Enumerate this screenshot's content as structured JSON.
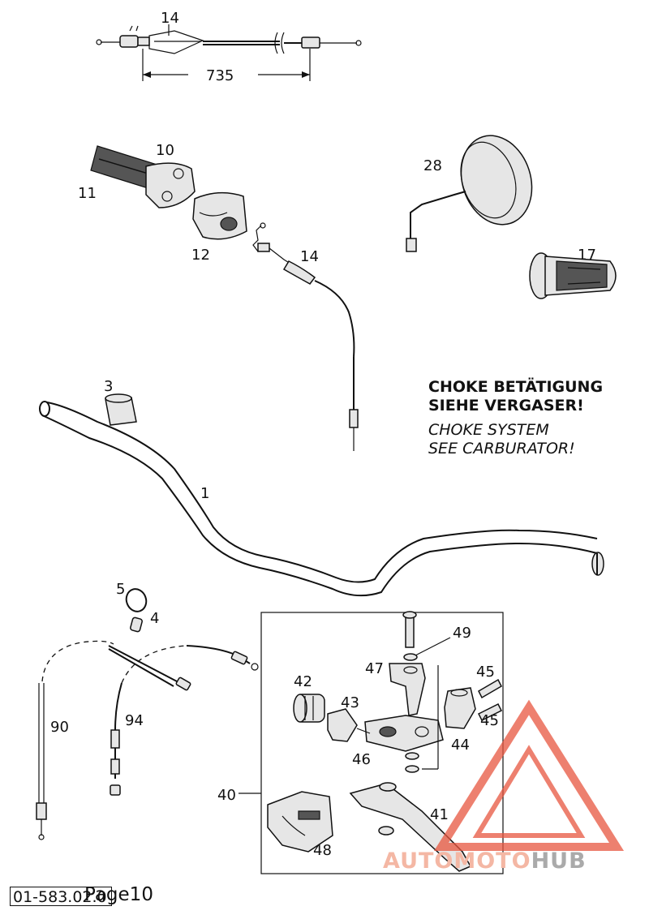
{
  "diagram": {
    "dimension_label": "735",
    "part_labels": [
      {
        "id": "p14a",
        "text": "14"
      },
      {
        "id": "p10",
        "text": "10"
      },
      {
        "id": "p11",
        "text": "11"
      },
      {
        "id": "p12",
        "text": "12"
      },
      {
        "id": "p14b",
        "text": "14"
      },
      {
        "id": "p28",
        "text": "28"
      },
      {
        "id": "p17",
        "text": "17"
      },
      {
        "id": "p3",
        "text": "3"
      },
      {
        "id": "p1",
        "text": "1"
      },
      {
        "id": "p5",
        "text": "5"
      },
      {
        "id": "p4",
        "text": "4"
      },
      {
        "id": "p90",
        "text": "90"
      },
      {
        "id": "p94",
        "text": "94"
      },
      {
        "id": "p42",
        "text": "42"
      },
      {
        "id": "p43",
        "text": "43"
      },
      {
        "id": "p49",
        "text": "49"
      },
      {
        "id": "p47",
        "text": "47"
      },
      {
        "id": "p45a",
        "text": "45"
      },
      {
        "id": "p45b",
        "text": "45"
      },
      {
        "id": "p44",
        "text": "44"
      },
      {
        "id": "p46",
        "text": "46"
      },
      {
        "id": "p40",
        "text": "40"
      },
      {
        "id": "p41",
        "text": "41"
      },
      {
        "id": "p48",
        "text": "48"
      }
    ],
    "note": {
      "line1": "CHOKE BETÄTIGUNG",
      "line2": "SIEHE VERGASER!",
      "line3": "CHOKE SYSTEM",
      "line4": "SEE CARBURATOR!"
    }
  },
  "footer": {
    "code": "01-583.02.0",
    "page": "Page10"
  },
  "watermark": {
    "part1": "AUTOMOTO",
    "part2": "HUB",
    "colors": {
      "accent": "#e8563f",
      "gray": "#9a9a9a"
    }
  }
}
